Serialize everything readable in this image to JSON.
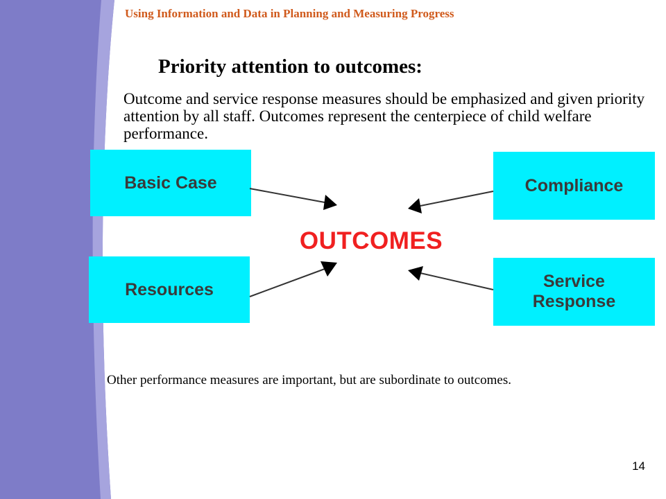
{
  "header": {
    "text": "Using Information and Data in Planning and Measuring Progress"
  },
  "title": {
    "text": "Priority attention to outcomes:"
  },
  "intro": {
    "text": "Outcome and service response measures should be emphasized and given priority attention by all staff. Outcomes represent the centerpiece of child welfare performance."
  },
  "diagram": {
    "center": "OUTCOMES",
    "boxes": {
      "basic_case": "Basic Case",
      "resources": "Resources",
      "compliance": "Compliance",
      "service_response_line1": "Service",
      "service_response_line2": "Response"
    }
  },
  "footer_note": {
    "text": "Other performance measures are important, but are subordinate to outcomes."
  },
  "page_number": "14",
  "colors": {
    "header": "#d05a1c",
    "box_fill": "#00f0ff",
    "center_label": "#f02020",
    "band_dark": "#7e7cc8",
    "band_light": "#a6a4de"
  }
}
